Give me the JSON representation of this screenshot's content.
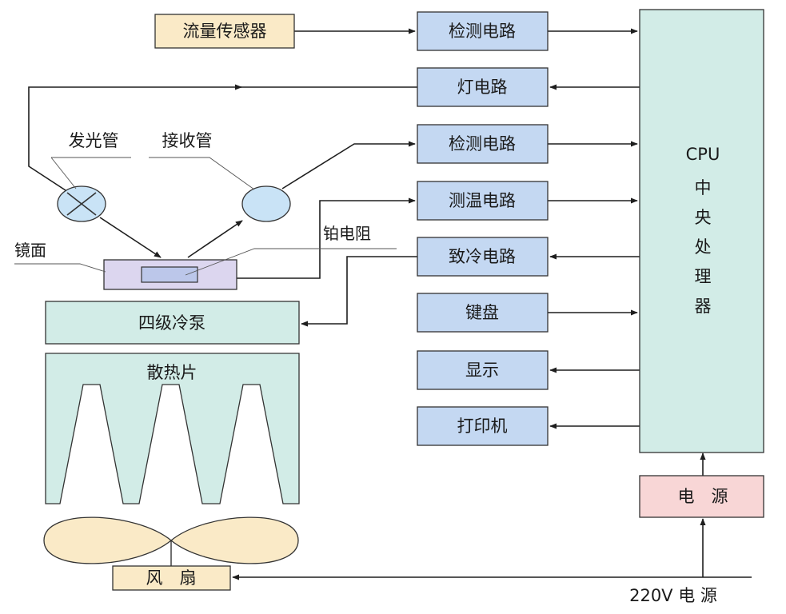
{
  "labels": {
    "flow_sensor": "流量传感器",
    "detect_circuit_1": "检测电路",
    "lamp_circuit": "灯电路",
    "detect_circuit_2": "检测电路",
    "temp_circuit": "测温电路",
    "cooling_circuit": "致冷电路",
    "keyboard": "键盘",
    "display": "显示",
    "printer": "打印机",
    "cpu": "CPU",
    "cpu_chars": [
      "中",
      "央",
      "处",
      "理",
      "器"
    ],
    "power": "电　源",
    "emitter": "发光管",
    "receiver": "接收管",
    "mirror": "镜面",
    "platinum_resistor": "铂电阻",
    "peltier": "四级冷泵",
    "heatsink": "散热片",
    "fan": "风　扇",
    "mains": "220V 电 源"
  },
  "colors": {
    "circuit_box": "#c4d8f2",
    "cpu_box": "#d2ece7",
    "sensor_box": "#faeac7",
    "power_box": "#f8d6d6",
    "mirror_box": "#dcd6ef",
    "lamp": "#c9e3f6"
  }
}
